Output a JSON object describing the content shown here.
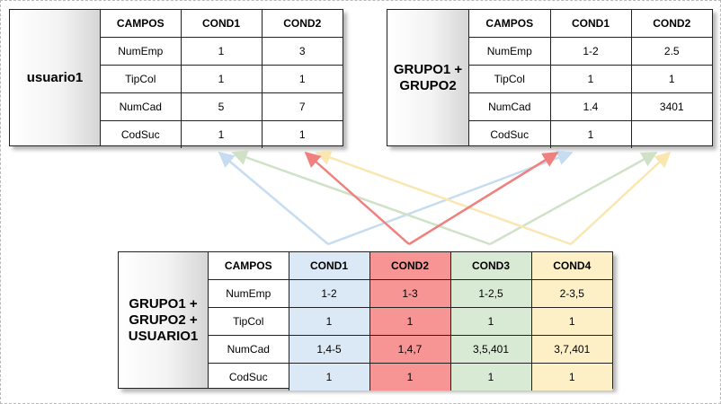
{
  "colors": {
    "cond1": "#dbe8f5",
    "cond2": "#f79494",
    "cond3": "#d9ead4",
    "cond4": "#fdefc6",
    "arrow_blue": "#c6dcf0",
    "arrow_red": "#f08080",
    "arrow_green": "#cfe2c7",
    "arrow_yellow": "#f9e6b0"
  },
  "usuario1": {
    "label": "usuario1",
    "headers": [
      "CAMPOS",
      "COND1",
      "COND2"
    ],
    "rows": [
      [
        "NumEmp",
        "1",
        "3"
      ],
      [
        "TipCol",
        "1",
        "1"
      ],
      [
        "NumCad",
        "5",
        "7"
      ],
      [
        "CodSuc",
        "1",
        "1"
      ]
    ]
  },
  "grupo12": {
    "label": "GRUPO1 +\nGRUPO2",
    "headers": [
      "CAMPOS",
      "COND1",
      "COND2"
    ],
    "rows": [
      [
        "NumEmp",
        "1-2",
        "2.5"
      ],
      [
        "TipCol",
        "1",
        "1"
      ],
      [
        "NumCad",
        "1.4",
        "3401"
      ],
      [
        "CodSuc",
        "1",
        ""
      ]
    ]
  },
  "combined": {
    "label": "GRUPO1 +\nGRUPO2 +\nUSUARIO1",
    "headers": [
      "CAMPOS",
      "COND1",
      "COND2",
      "COND3",
      "COND4"
    ],
    "rows": [
      [
        "NumEmp",
        "1-2",
        "1-3",
        "1-2,5",
        "2-3,5"
      ],
      [
        "TipCol",
        "1",
        "1",
        "1",
        "1"
      ],
      [
        "NumCad",
        "1,4-5",
        "1,4,7",
        "3,5,401",
        "3,7,401"
      ],
      [
        "CodSuc",
        "1",
        "1",
        "1",
        "1"
      ]
    ]
  }
}
